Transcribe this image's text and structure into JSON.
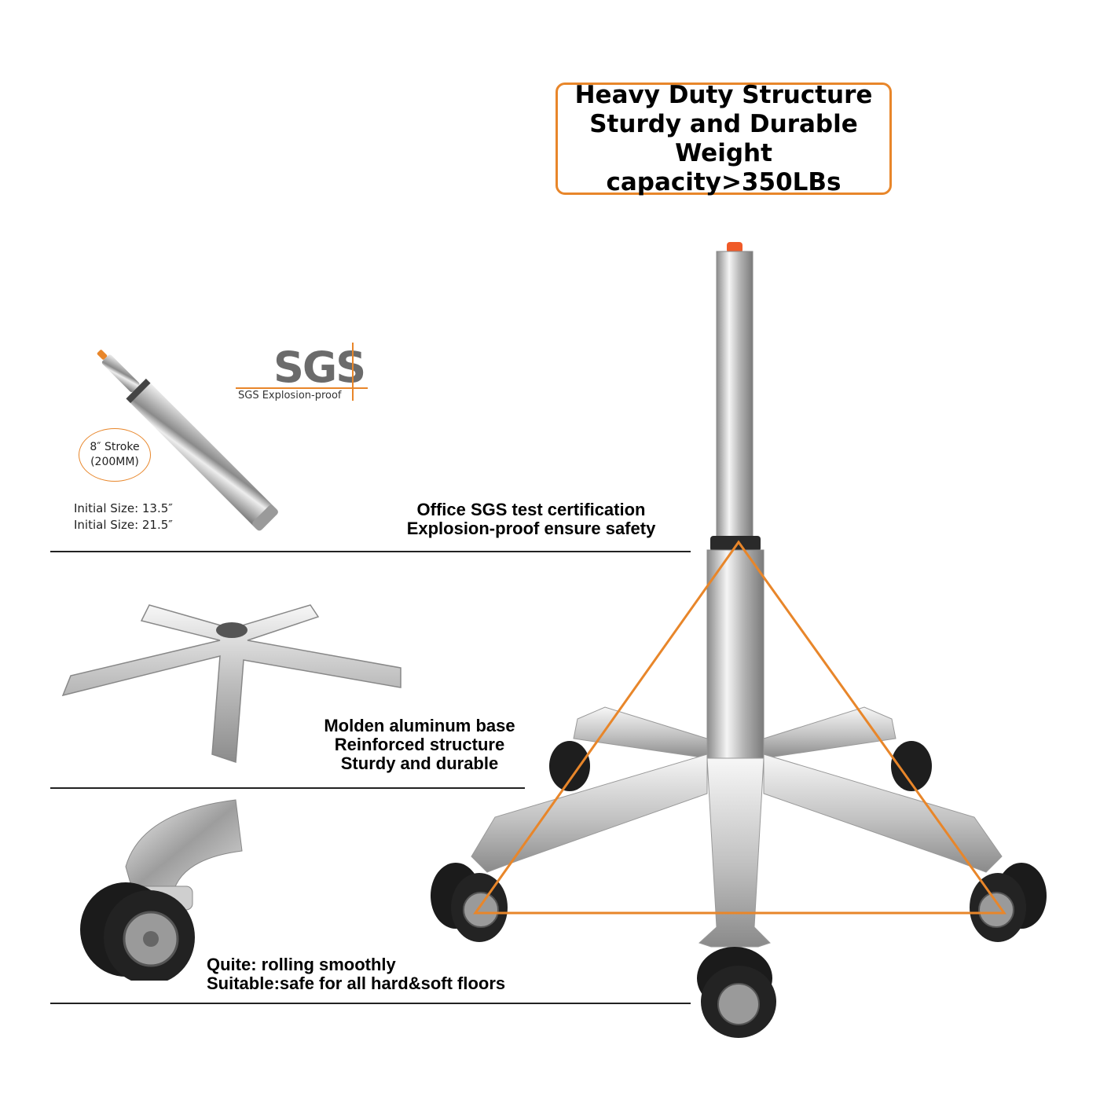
{
  "callout": {
    "line1": "Heavy Duty Structure",
    "line2": "Sturdy and Durable",
    "line3": "Weight capacity>350LBs"
  },
  "sgs": {
    "logo": "SGS",
    "subtitle": "SGS Explosion-proof"
  },
  "stroke": {
    "line1": "8″ Stroke",
    "line2": "(200MM)"
  },
  "sizes": {
    "line1": "Initial Size: 13.5″",
    "line2": "Initial Size: 21.5″"
  },
  "features": {
    "certification": {
      "line1": "Office SGS test certification",
      "line2": "Explosion-proof ensure safety"
    },
    "base": {
      "line1": "Molden aluminum base",
      "line2": "Reinforced structure",
      "line3": "Sturdy and durable"
    },
    "wheels": {
      "line1": "Quite: rolling smoothly",
      "line2": "Suitable:safe for all hard&soft floors"
    }
  },
  "colors": {
    "accent": "#e8862a",
    "chrome": "#c9c9c9",
    "tyre": "#1b1b1b"
  }
}
